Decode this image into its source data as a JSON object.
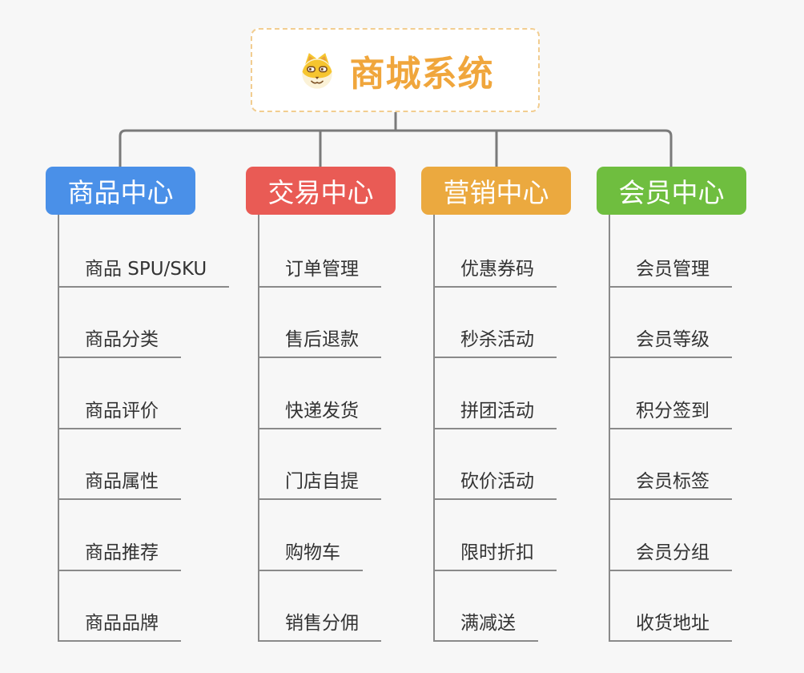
{
  "root": {
    "label": "商城系统",
    "icon": "doge-face-icon",
    "text_color": "#f0a63c",
    "border_color": "#f2cd90"
  },
  "branches": [
    {
      "label": "商品中心",
      "color": "#4a90e8",
      "children": [
        "商品 SPU/SKU",
        "商品分类",
        "商品评价",
        "商品属性",
        "商品推荐",
        "商品品牌"
      ]
    },
    {
      "label": "交易中心",
      "color": "#e95b55",
      "children": [
        "订单管理",
        "售后退款",
        "快递发货",
        "门店自提",
        "购物车",
        "销售分佣"
      ]
    },
    {
      "label": "营销中心",
      "color": "#eba93f",
      "children": [
        "优惠券码",
        "秒杀活动",
        "拼团活动",
        "砍价活动",
        "限时折扣",
        "满减送"
      ]
    },
    {
      "label": "会员中心",
      "color": "#6fbe3f",
      "children": [
        "会员管理",
        "会员等级",
        "积分签到",
        "会员标签",
        "会员分组",
        "收货地址"
      ]
    }
  ],
  "colors": {
    "background": "#f7f7f7",
    "connector_gray": "#7a7a7a",
    "trunk_gray": "#8a8a8a",
    "leaf_text": "#333333"
  }
}
